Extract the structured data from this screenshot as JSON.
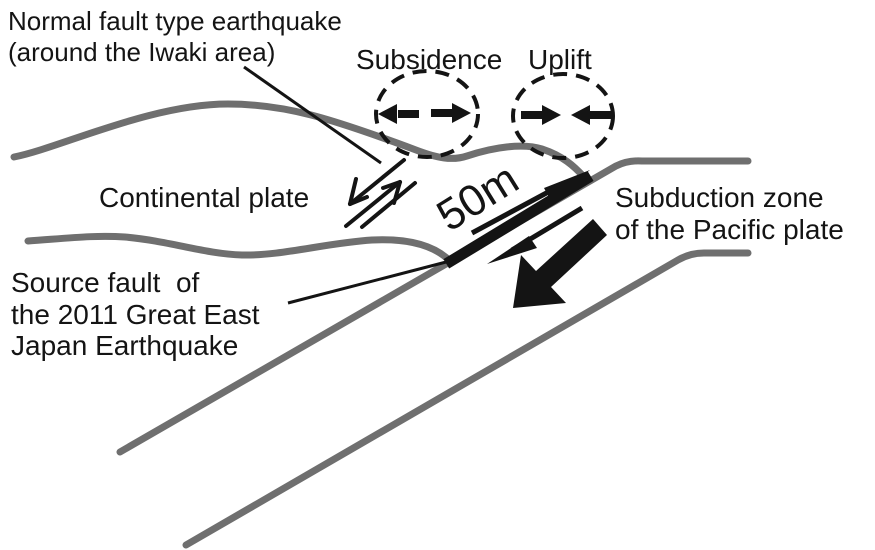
{
  "diagram": {
    "title": "Normal fault type earthquake\n(around the Iwaki area)",
    "labels": {
      "subsidence": "Subsidence",
      "uplift": "Uplift",
      "continental_plate": "Continental plate",
      "slip_amount": "50m",
      "subduction_zone": "Subduction zone\nof the Pacific plate",
      "source_fault": "Source fault  of\nthe 2011 Great East\nJapan Earthquake"
    },
    "colors": {
      "ink": "#141414",
      "plate_gray": "#6f6f6f",
      "background": "#ffffff"
    }
  }
}
